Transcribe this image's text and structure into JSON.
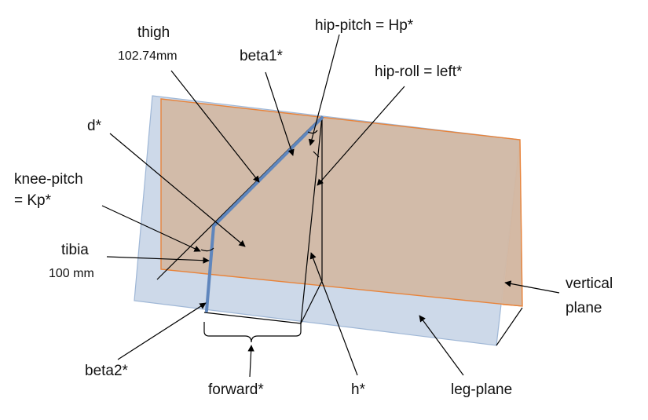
{
  "labels": {
    "thigh": "thigh",
    "thigh_len": "102.74mm",
    "beta1": "beta1*",
    "hip_pitch": "hip-pitch = Hp*",
    "hip_roll": "hip-roll = left*",
    "d": "d*",
    "knee_pitch_1": "knee-pitch",
    "knee_pitch_2": "= Kp*",
    "tibia": "tibia",
    "tibia_len": "100 mm",
    "vertical_1": "vertical",
    "vertical_2": "plane",
    "beta2": "beta2*",
    "forward": "forward*",
    "h": "h*",
    "leg_plane": "leg-plane"
  },
  "colors": {
    "leg_plane_fill": "#cdd9e9",
    "leg_plane_stroke": "#9fb7d6",
    "vertical_plane_fill": "#d2b9a5",
    "vertical_plane_edge": "#f7b27a",
    "vertical_plane_stroke": "#e8833a",
    "leg_line": "#5f86bd"
  }
}
